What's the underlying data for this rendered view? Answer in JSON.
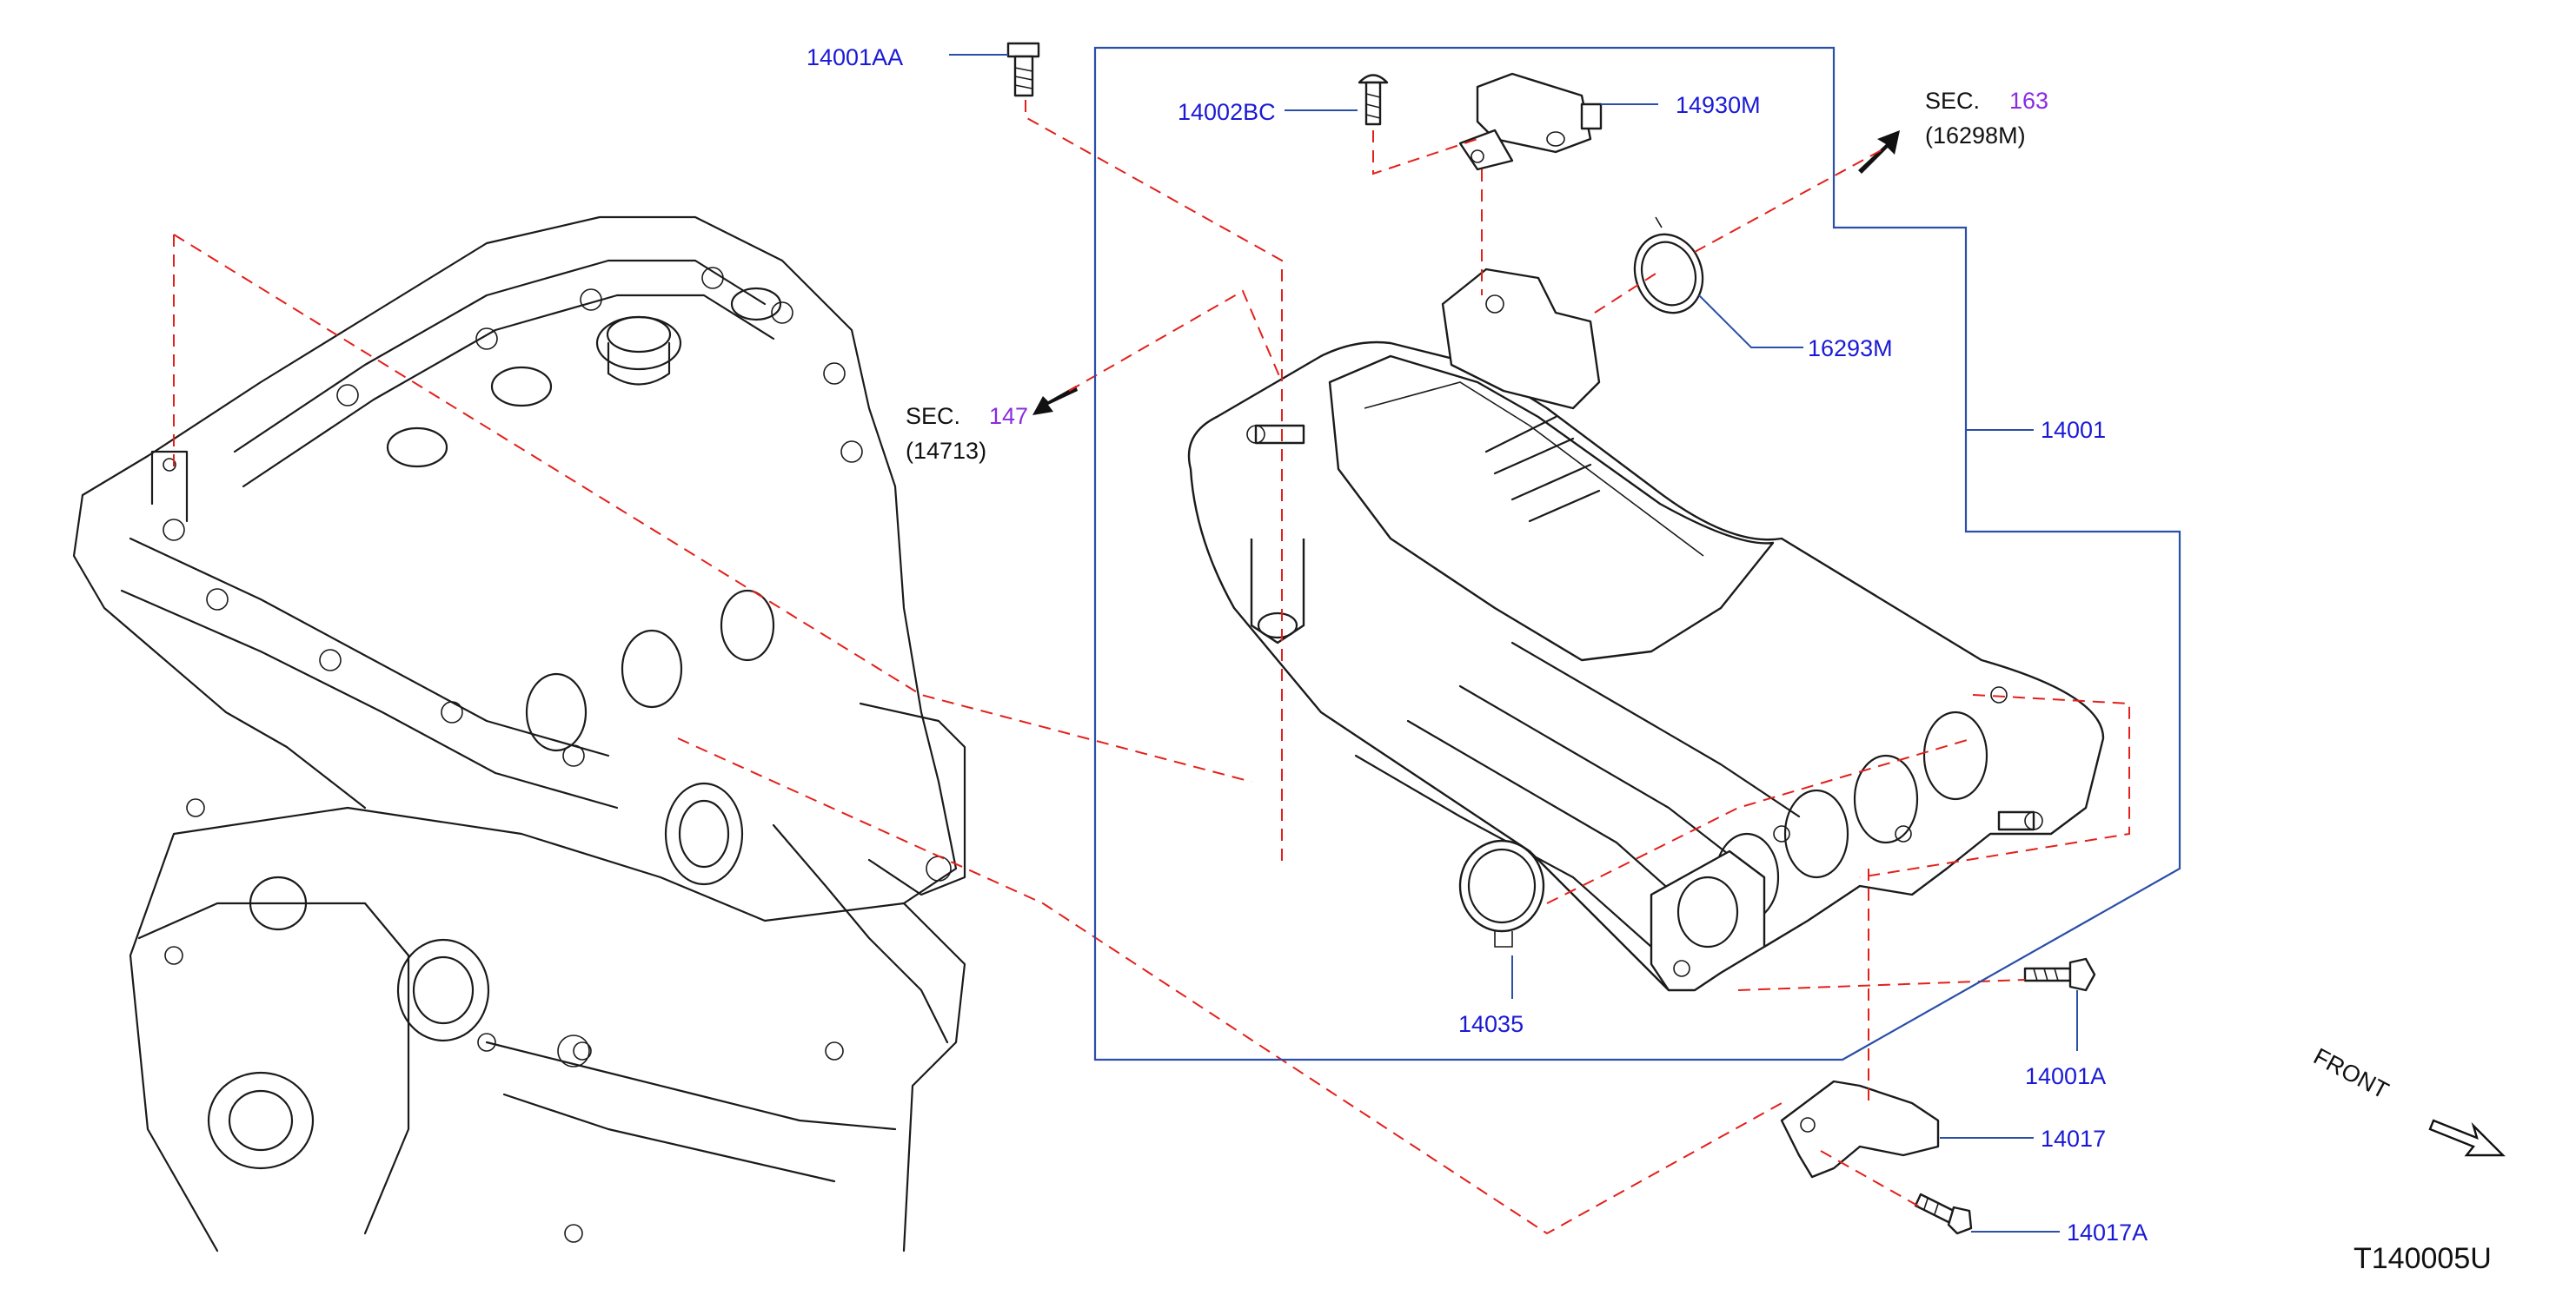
{
  "diagram": {
    "part_labels": {
      "p14001AA": "14001AA",
      "p14002BC": "14002BC",
      "p14930M": "14930M",
      "p16293M": "16293M",
      "p14001": "14001",
      "p14035": "14035",
      "p14001A": "14001A",
      "p14017": "14017",
      "p14017A": "14017A"
    },
    "section_refs": {
      "sec163": {
        "prefix": "SEC.",
        "number": "163",
        "sub": "(16298M)"
      },
      "sec147": {
        "prefix": "SEC.",
        "number": "147",
        "sub": "(14713)"
      }
    },
    "front_label": "FRONT",
    "diagram_code": "T140005U"
  },
  "colors": {
    "part_number": "#1a1ad6",
    "section_number": "#8a2be2",
    "dashed_line": "#e3201b",
    "leader_line": "#2a4fa8",
    "outline": "#1b1b1b"
  }
}
